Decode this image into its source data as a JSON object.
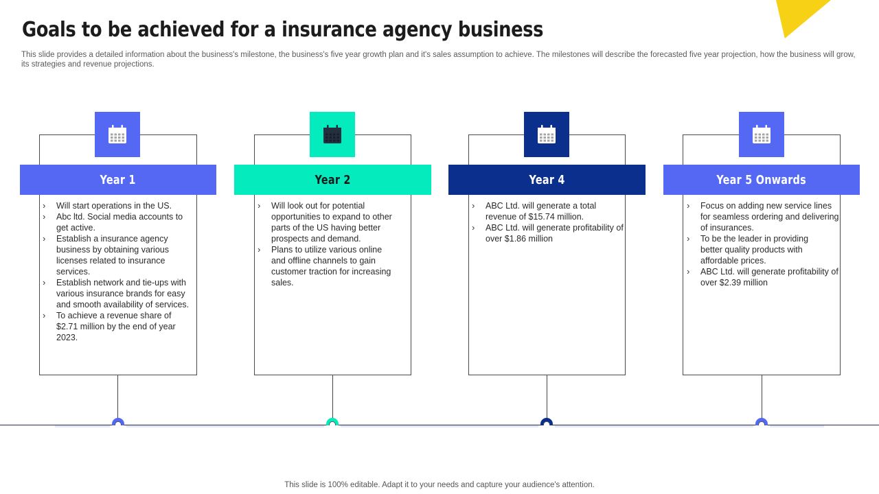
{
  "header": {
    "title": "Goals to be achieved for a insurance agency business",
    "subtitle": "This slide provides a detailed information about the business's milestone, the business's five year growth plan and it's sales assumption to achieve. The milestones will describe the forecasted five year projection, how the business will grow, its strategies and revenue projections."
  },
  "colors": {
    "periwinkle": "#5468f4",
    "mint": "#04ebbd",
    "navy": "#0a2f8d",
    "accent_yellow": "#f7d116"
  },
  "milestones": [
    {
      "label": "Year 1",
      "icon": "calendar-icon",
      "color": "#5468f4",
      "text_color": "#ffffff",
      "bullets": [
        "Will start operations in the US.",
        "Abc ltd. Social media accounts to get active.",
        "Establish a insurance agency business by obtaining various licenses related to insurance services.",
        "Establish network and tie-ups with various insurance brands for easy and smooth availability of services.",
        "To achieve a revenue share of $2.71 million by the end of year 2023."
      ]
    },
    {
      "label": "Year 2",
      "icon": "calendar-icon",
      "color": "#04ebbd",
      "text_color": "#1b1b1b",
      "bullets": [
        "Will look out for potential opportunities to expand to other parts of the US having better prospects and demand.",
        "Plans to utilize various online and offline channels to gain customer traction for increasing sales."
      ]
    },
    {
      "label": "Year 4",
      "icon": "calendar-icon",
      "color": "#0a2f8d",
      "text_color": "#ffffff",
      "bullets": [
        "ABC Ltd. will generate a total revenue of $15.74 million.",
        "ABC Ltd. will generate profitability of over $1.86 million"
      ]
    },
    {
      "label": "Year 5 Onwards",
      "icon": "calendar-icon",
      "color": "#5468f4",
      "text_color": "#ffffff",
      "bullets": [
        "Focus on adding new service lines for seamless ordering and delivering of insurances.",
        "To be the leader in providing better quality products with affordable prices.",
        "ABC Ltd. will generate profitability of over $2.39 million"
      ]
    }
  ],
  "footer": {
    "note": "This slide is 100% editable. Adapt it to your needs and capture your audience's attention."
  }
}
